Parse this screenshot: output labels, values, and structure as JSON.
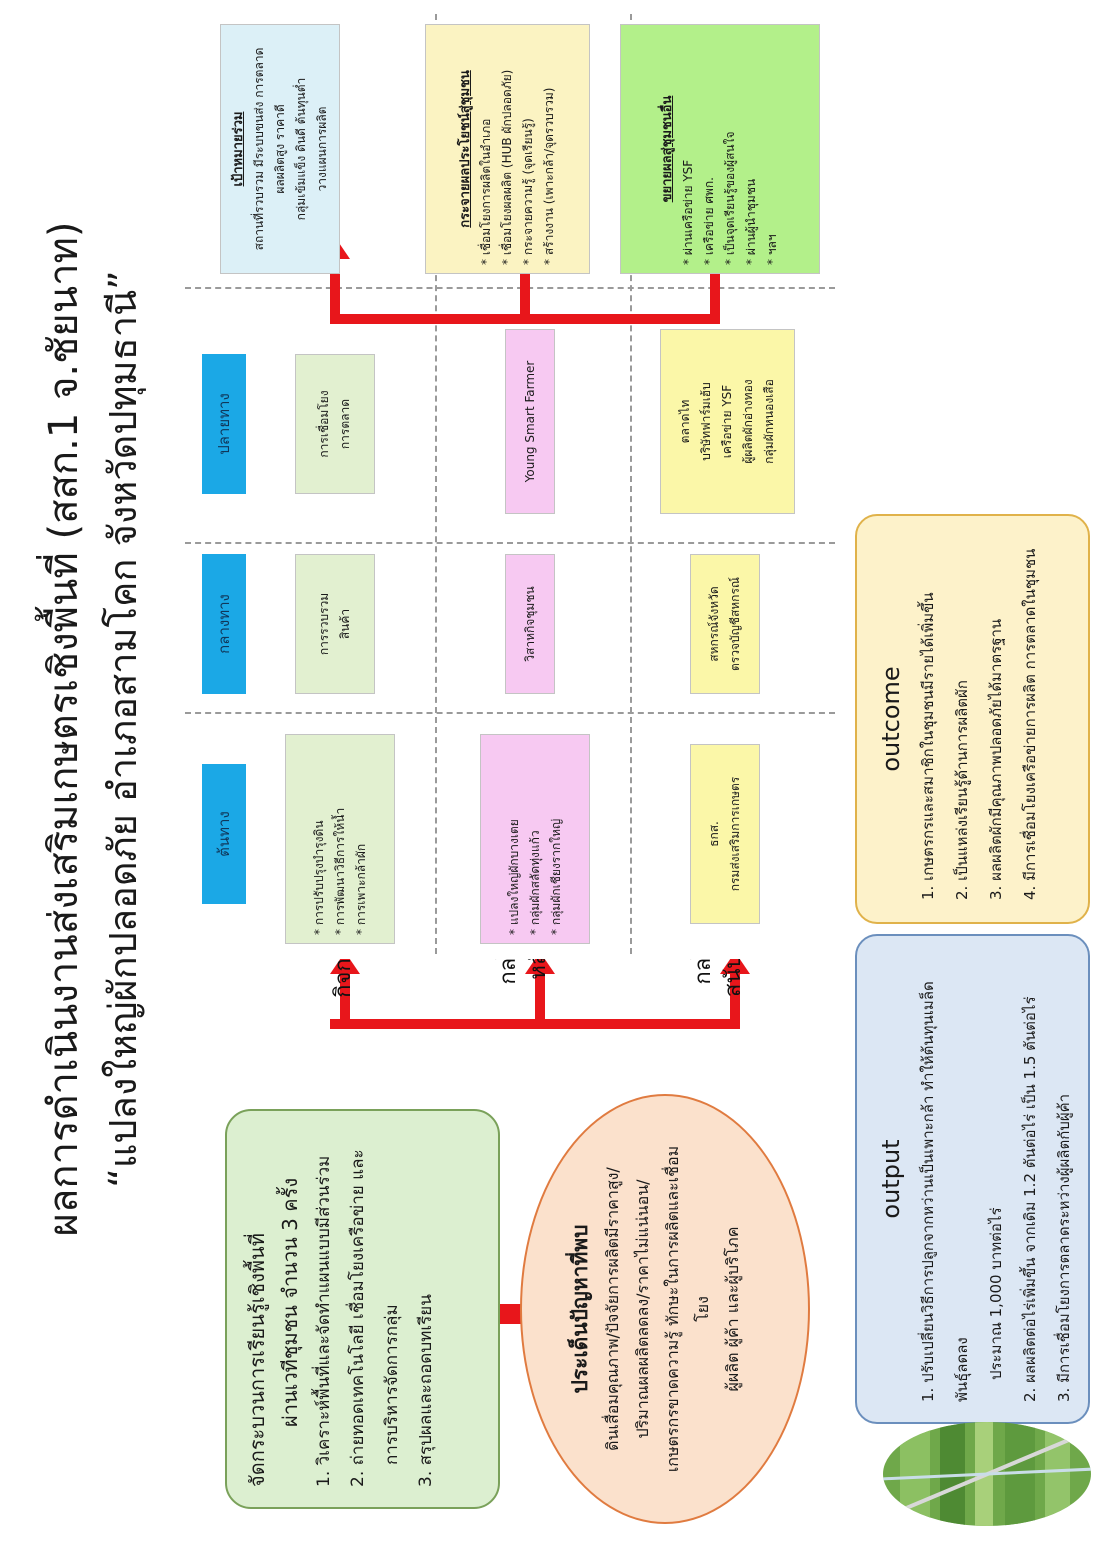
{
  "title": {
    "line1": "ผลการดำเนินงานส่งเสริมเกษตรเชิงพื้นที่ (สสก.1 จ.ชัยนาท)",
    "line2": "“แปลงใหญ่ผักปลอดภัย อำเภอสามโคก จังหวัดปทุมธานี”"
  },
  "process_box": {
    "heading1": "จัดกระบวนการเรียนรู้เชิงพื้นที่",
    "heading2": "ผ่านเวทีชุมชน จำนวน 3 ครั้ง",
    "items": [
      "1. วิเคราะห์พื้นที่และจัดทำแผนแบบมีส่วนร่วม",
      "2. ถ่ายทอดเทคโนโลยี เชื่อมโยงเครือข่าย และ",
      "การบริหารจัดการกลุ่ม",
      "3. สรุปผลและถอดบทเรียน"
    ]
  },
  "issues": {
    "heading": "ประเด็นปัญหาที่พบ",
    "lines": [
      "ดินเสื่อมคุณภาพ/ปัจจัยการผลิตมีราคาสูง/",
      "ปริมาณผลผลิตลดลง/ราคาไม่แน่นอน/",
      "เกษตรกรขาดความรู้ ทักษะในการผลิตและเชื่อมโยง",
      "ผู้ผลิต ผู้ค้า และผู้บริโภค"
    ]
  },
  "row_labels": {
    "activity": "กิจกรรม",
    "main1": "กลไก",
    "main2": "หลัก",
    "support1": "กลไก",
    "support2": "สนับสนุน"
  },
  "columns": {
    "upstream": "ต้นทาง",
    "midstream": "กลางทาง",
    "downstream": "ปลายทาง"
  },
  "cells": {
    "act_up": [
      "* การปรับปรุงบำรุงดิน",
      "* การพัฒนาวิธีการให้น้ำ",
      "* การเพาะกล้าผัก"
    ],
    "act_mid": [
      "การรวบรวม",
      "สินค้า"
    ],
    "act_down": [
      "การเชื่อมโยง",
      "การตลาด"
    ],
    "main_up": [
      "* แปลงใหญ่ผักบางเตย",
      "* กลุ่มผักสลัดทุ่งแก้ว",
      "* กลุ่มผักเชียงรากใหญ่"
    ],
    "main_mid": [
      "วิสาหกิจชุมชน"
    ],
    "main_down": [
      "Young Smart Farmer"
    ],
    "sup_up": [
      "ธกส.",
      "กรมส่งเสริมการเกษตร"
    ],
    "sup_mid": [
      "สหกรณ์จังหวัด",
      "ตรวจบัญชีสหกรณ์"
    ],
    "sup_down": [
      "ตลาดไท",
      "บริษัทฟาร์มเฮ้บ",
      "เครือข่าย YSF",
      "ผู้ผลิตผักอ่างทอง",
      "กลุ่มผักหนองเสือ"
    ]
  },
  "goal": {
    "heading": "เป้าหมายร่วม",
    "lines": [
      "สถานที่รวบรวม มีระบบขนส่ง การตลาด",
      "ผลผลิตสูง ราคาดี",
      "กลุ่มเข้มแข็ง ดินดี ต้นทุนต่ำ",
      "วางแผนการผลิต"
    ]
  },
  "benefit": {
    "heading": "กระจายผลประโยชน์สู่ชุมชน",
    "lines": [
      "* เชื่อมโยงการผลิตในอำเภอ",
      "* เชื่อมโยงผลผลิต (HUB ผักปลอดภัย)",
      "* กระจายความรู้ (จุดเรียนรู้)",
      "* สร้างงาน (เพาะกล้า/จุดรวบรวม)"
    ]
  },
  "expand": {
    "heading": "ขยายผลสู่ชุมชนอื่น",
    "lines": [
      "* ผ่านเครือข่าย YSF",
      "* เครือข่าย ศพก.",
      "* เป็นจุดเรียนรู้ของผู้สนใจ",
      "* ผ่านผู้นำชุมชน",
      "* ฯลฯ"
    ]
  },
  "output": {
    "heading": "output",
    "lines": [
      "1. ปรับเปลี่ยนวิธีการปลูกจากหว่านเป็นเพาะกล้า ทำให้ต้นทุนเมล็ดพันธุ์ลดลง",
      "ประมาณ 1,000 บาทต่อไร่",
      "2. ผลผลิตต่อไร่เพิ่มขึ้น จากเดิม 1.2 ตันต่อไร่ เป็น 1.5 ตันต่อไร่",
      "3. มีการเชื่อมโยงการตลาดระหว่างผู้ผลิตกับผู้ค้า"
    ]
  },
  "outcome": {
    "heading": "outcome",
    "lines": [
      "1. เกษตรกรและสมาชิกในชุมชนมีรายได้เพิ่มขึ้น",
      "2. เป็นแหล่งเรียนรู้ด้านการผลิตผัก",
      "3. ผลผลิตผักมีคุณภาพปลอดภัยได้มาตรฐาน",
      "4. มีการเชื่อมโยงเครือข่ายการผลิต การตลาดในชุมชน"
    ]
  },
  "colors": {
    "arrow": "#e8161b",
    "column_header": "#1ba8e6"
  }
}
